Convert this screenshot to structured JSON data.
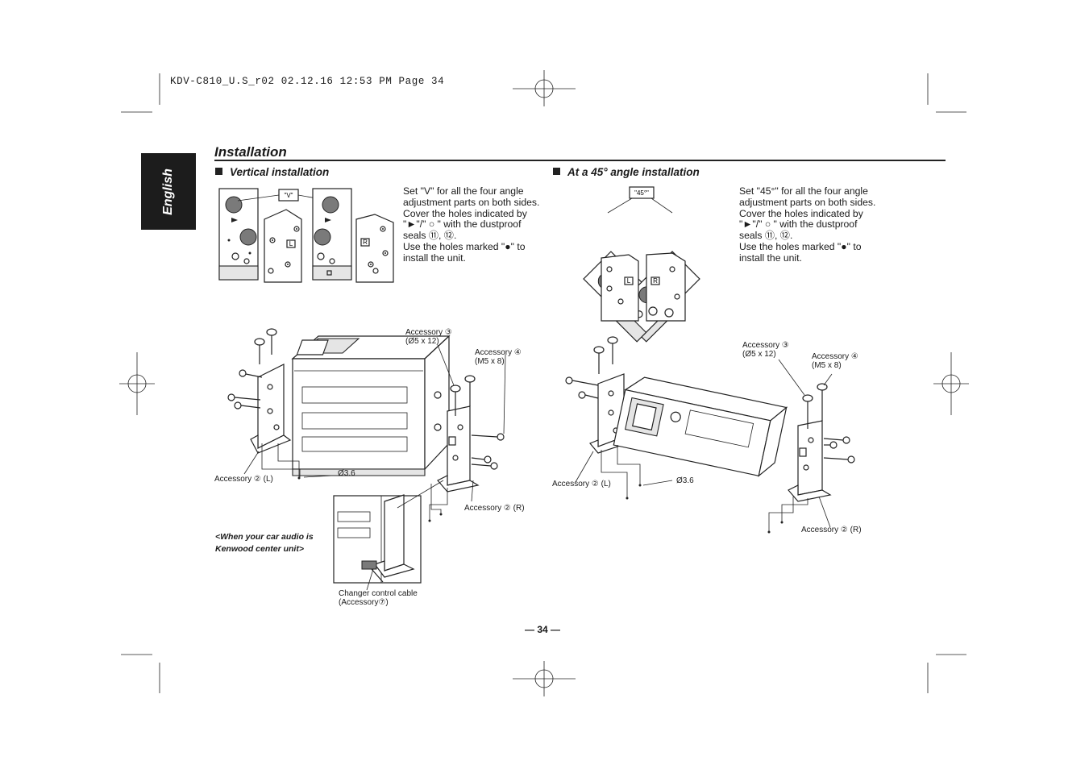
{
  "header_line": "KDV-C810_U.S_r02   02.12.16   12:53 PM   Page 34",
  "language_tab": "English",
  "page_title": "Installation",
  "vertical": {
    "heading": "Vertical installation",
    "instructions": [
      "Set \"V\" for all the four angle adjustment parts on both sides.",
      "Cover the holes indicated by \"►\"/\" ○ \" with the dustproof seals ⑪, ⑫.",
      "Use the holes marked \"●\" to install the unit."
    ],
    "tag_v": "\"V\"",
    "bracket_l": "L",
    "bracket_r": "R",
    "accessory3": "Accessory ③",
    "accessory3_size": "(Ø5 x 12)",
    "accessory4": "Accessory ④",
    "accessory4_size": "(M5 x 8)",
    "accessory2_l": "Accessory ② (L)",
    "accessory2_r": "Accessory ② (R)",
    "hole_dia": "Ø3.6",
    "note_line1": "<When your car audio is",
    "note_line2": "Kenwood center unit>",
    "cable_line1": "Changer control cable",
    "cable_line2": "(Accessory⑦)"
  },
  "angle45": {
    "heading": "At a 45° angle installation",
    "instructions": [
      "Set \"45°\" for all the four angle adjustment parts on both sides.",
      "Cover the holes indicated by \"►\"/\" ○ \" with the dustproof seals ⑪, ⑫.",
      "Use the holes marked \"●\" to install the unit."
    ],
    "tag_45": "\"45°\"",
    "bracket_l": "L",
    "bracket_r": "R",
    "accessory3": "Accessory ③",
    "accessory3_size": "(Ø5 x 12)",
    "accessory4": "Accessory ④",
    "accessory4_size": "(M5 x 8)",
    "accessory2_l": "Accessory ② (L)",
    "accessory2_r": "Accessory ② (R)",
    "hole_dia": "Ø3.6"
  },
  "page_number": "— 34 —"
}
